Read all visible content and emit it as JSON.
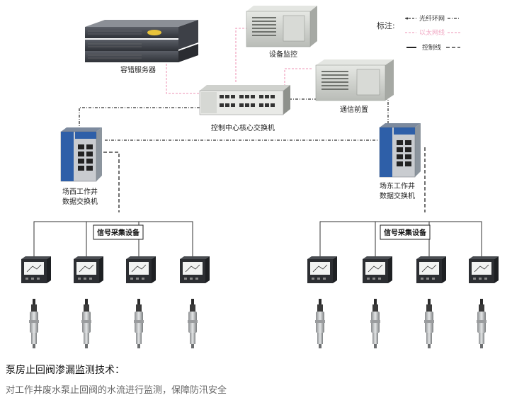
{
  "legend": {
    "title": "标注:",
    "items": [
      {
        "label": "光纤环网",
        "color": "#333333"
      },
      {
        "label": "以太网线",
        "color": "#f1a9c4"
      },
      {
        "label": "控制线",
        "color": "#222222"
      }
    ]
  },
  "devices": {
    "storage_server": "容错服务器",
    "equipment_monitor": "设备监控",
    "comm_frontend": "通信前置",
    "core_switch": "控制中心核心交换机",
    "west_switch_line1": "场西工作井",
    "west_switch_line2": "数据交换机",
    "east_switch_line1": "场东工作井",
    "east_switch_line2": "数据交换机",
    "west_collector": "信号采集设备",
    "east_collector": "信号采集设备"
  },
  "caption": {
    "title": "泵房止回阀渗漏监测技术：",
    "description": "对工作井废水泵止回阀的水流进行监测，保障防汛安全"
  },
  "colors": {
    "fiber": "#333333",
    "ethernet": "#f1a9c4",
    "control": "#222222",
    "rack": "#cfd2cf",
    "blue_switch": "#2e5fa8"
  }
}
